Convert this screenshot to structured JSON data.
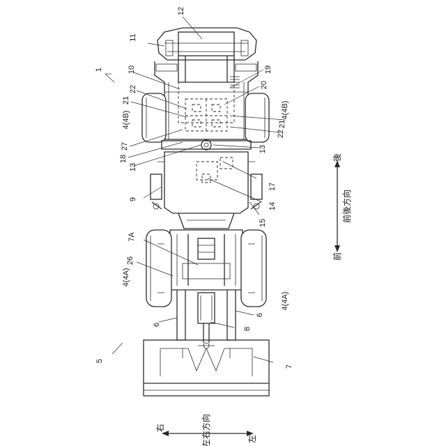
{
  "labels": {
    "l1": "1",
    "l5": "5",
    "l10": "10",
    "l11": "11",
    "l12": "12",
    "l19": "19",
    "l20": "20",
    "l22a": "22",
    "l21a": "21",
    "l4Ba": "4(4B)",
    "l4Bb": "4(4B)",
    "l21b": "21",
    "l22b": "22",
    "l27": "27",
    "l18": "18",
    "l13a": "13",
    "l13b": "13",
    "l17": "17",
    "l9": "9",
    "l14": "14",
    "l15": "15",
    "l7A": "7A",
    "l26": "26",
    "l4Aa": "4(4A)",
    "l4Ab": "4(4A)",
    "l6a": "6",
    "l6b": "6",
    "l8": "8",
    "l7": "7"
  },
  "directions": {
    "front_back_axis": "前後方向",
    "front": "前",
    "back": "後",
    "left_right_axis": "左右方向",
    "right": "右",
    "left": "左"
  }
}
